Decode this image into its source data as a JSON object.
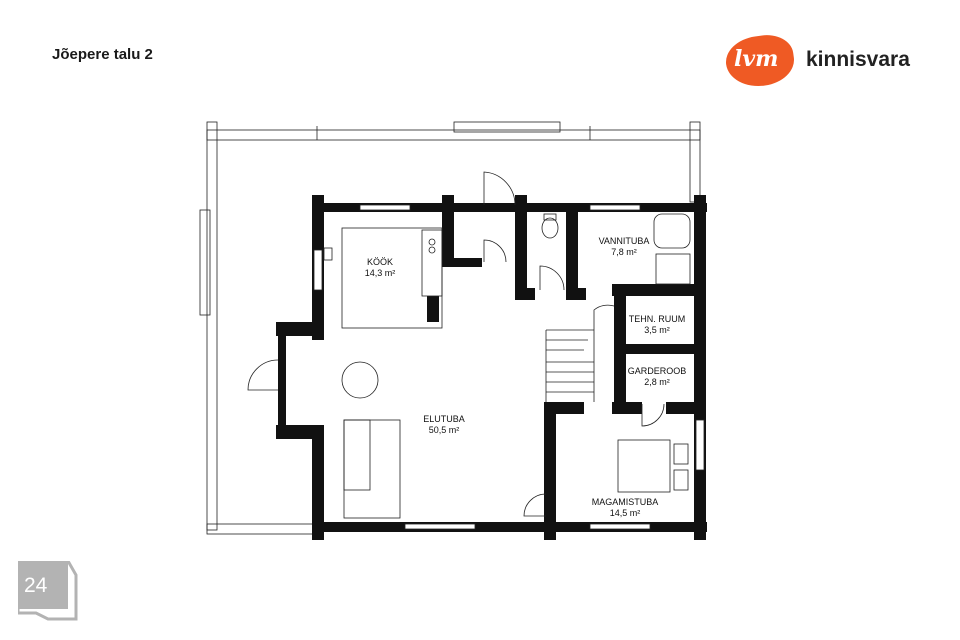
{
  "header": {
    "title": "Jõepere talu 2"
  },
  "logo": {
    "mark": "lvm",
    "text": "kinnisvara",
    "color": "#ef5a24"
  },
  "rooms": [
    {
      "name": "KÖÖK",
      "area": "14,3 m²"
    },
    {
      "name": "VANNITUBA",
      "area": "7,8 m²"
    },
    {
      "name": "TEHN. RUUM",
      "area": "3,5 m²"
    },
    {
      "name": "GARDEROOB",
      "area": "2,8 m²"
    },
    {
      "name": "ELUTUBA",
      "area": "50,5 m²"
    },
    {
      "name": "MAGAMISTUBA",
      "area": "14,5 m²"
    }
  ],
  "footer": {
    "page_number": "24"
  }
}
